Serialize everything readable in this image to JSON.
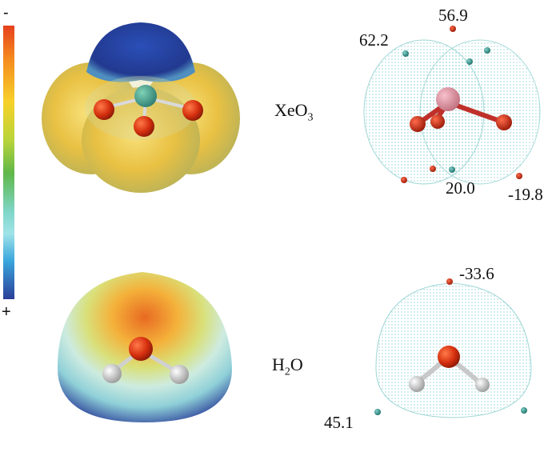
{
  "colorbar": {
    "top_sign": "-",
    "bottom_sign": "+",
    "colors": [
      "#e6401c",
      "#f58a1e",
      "#f7d12a",
      "#5fb74a",
      "#9fe3e8",
      "#3aa6dd",
      "#2a3e98"
    ]
  },
  "molecules": [
    {
      "id": "xeo3",
      "label_main": "XeO",
      "label_sub": "3",
      "values": [
        "56.9",
        "62.2",
        "20.0",
        "-19.8"
      ]
    },
    {
      "id": "h2o",
      "label_pre": "H",
      "label_sub": "2",
      "label_post": "O",
      "values": [
        "-33.6",
        "45.1"
      ]
    }
  ]
}
